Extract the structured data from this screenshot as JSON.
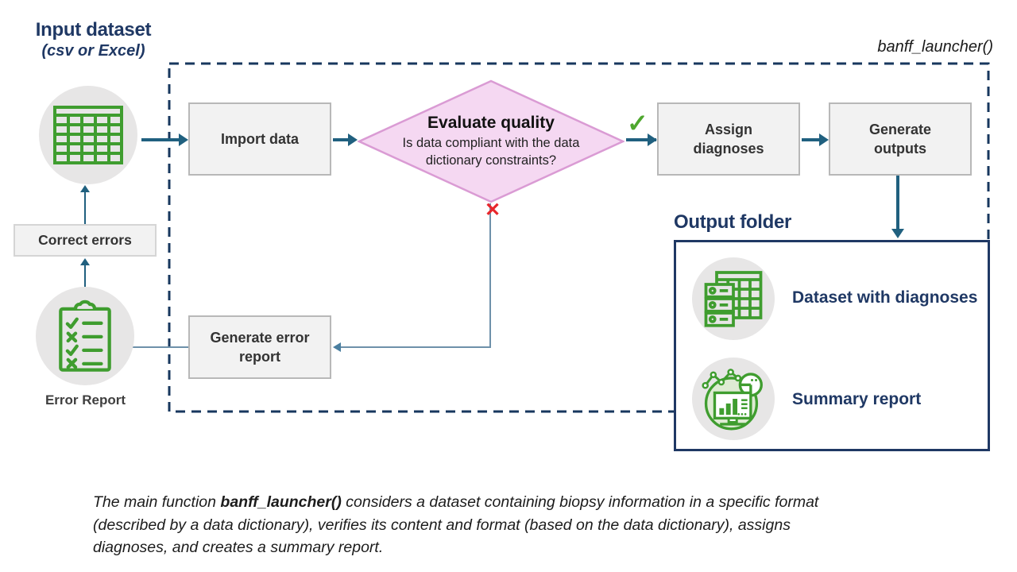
{
  "colors": {
    "navy": "#1f3864",
    "arrow_teal": "#20607f",
    "steel_connector": "#6e91aa",
    "icon_green": "#3f9d2f",
    "check_green": "#4ea72e",
    "cross_red": "#e8262c",
    "diamond_fill": "#f5d8f2",
    "diamond_border": "#da9bd4",
    "box_fill": "#f2f2f2",
    "box_border": "#b8b8b8",
    "circle_bg": "#e7e6e6",
    "dashed_border": "#17375e"
  },
  "input_dataset": {
    "title": "Input dataset",
    "subtitle": "(csv or Excel)"
  },
  "function_label": "banff_launcher()",
  "flow": {
    "import": "Import data",
    "evaluate": {
      "title": "Evaluate quality",
      "question": "Is data compliant with the data dictionary constraints?",
      "yes_mark": "✓",
      "no_mark": "✕"
    },
    "assign": "Assign\ndiagnoses",
    "generate_outputs": "Generate\noutputs",
    "generate_error_report": "Generate error\nreport",
    "correct_errors": "Correct errors"
  },
  "error_report": {
    "label": "Error Report"
  },
  "output_folder": {
    "title": "Output folder",
    "items": [
      {
        "label": "Dataset with diagnoses"
      },
      {
        "label": "Summary report"
      }
    ]
  },
  "caption": {
    "pre": "The main function ",
    "bold": "banff_launcher()",
    "post": " considers a dataset containing biopsy information in a specific format (described by a data dictionary), verifies its content and format (based on the data dictionary), assigns diagnoses, and creates a summary report."
  }
}
